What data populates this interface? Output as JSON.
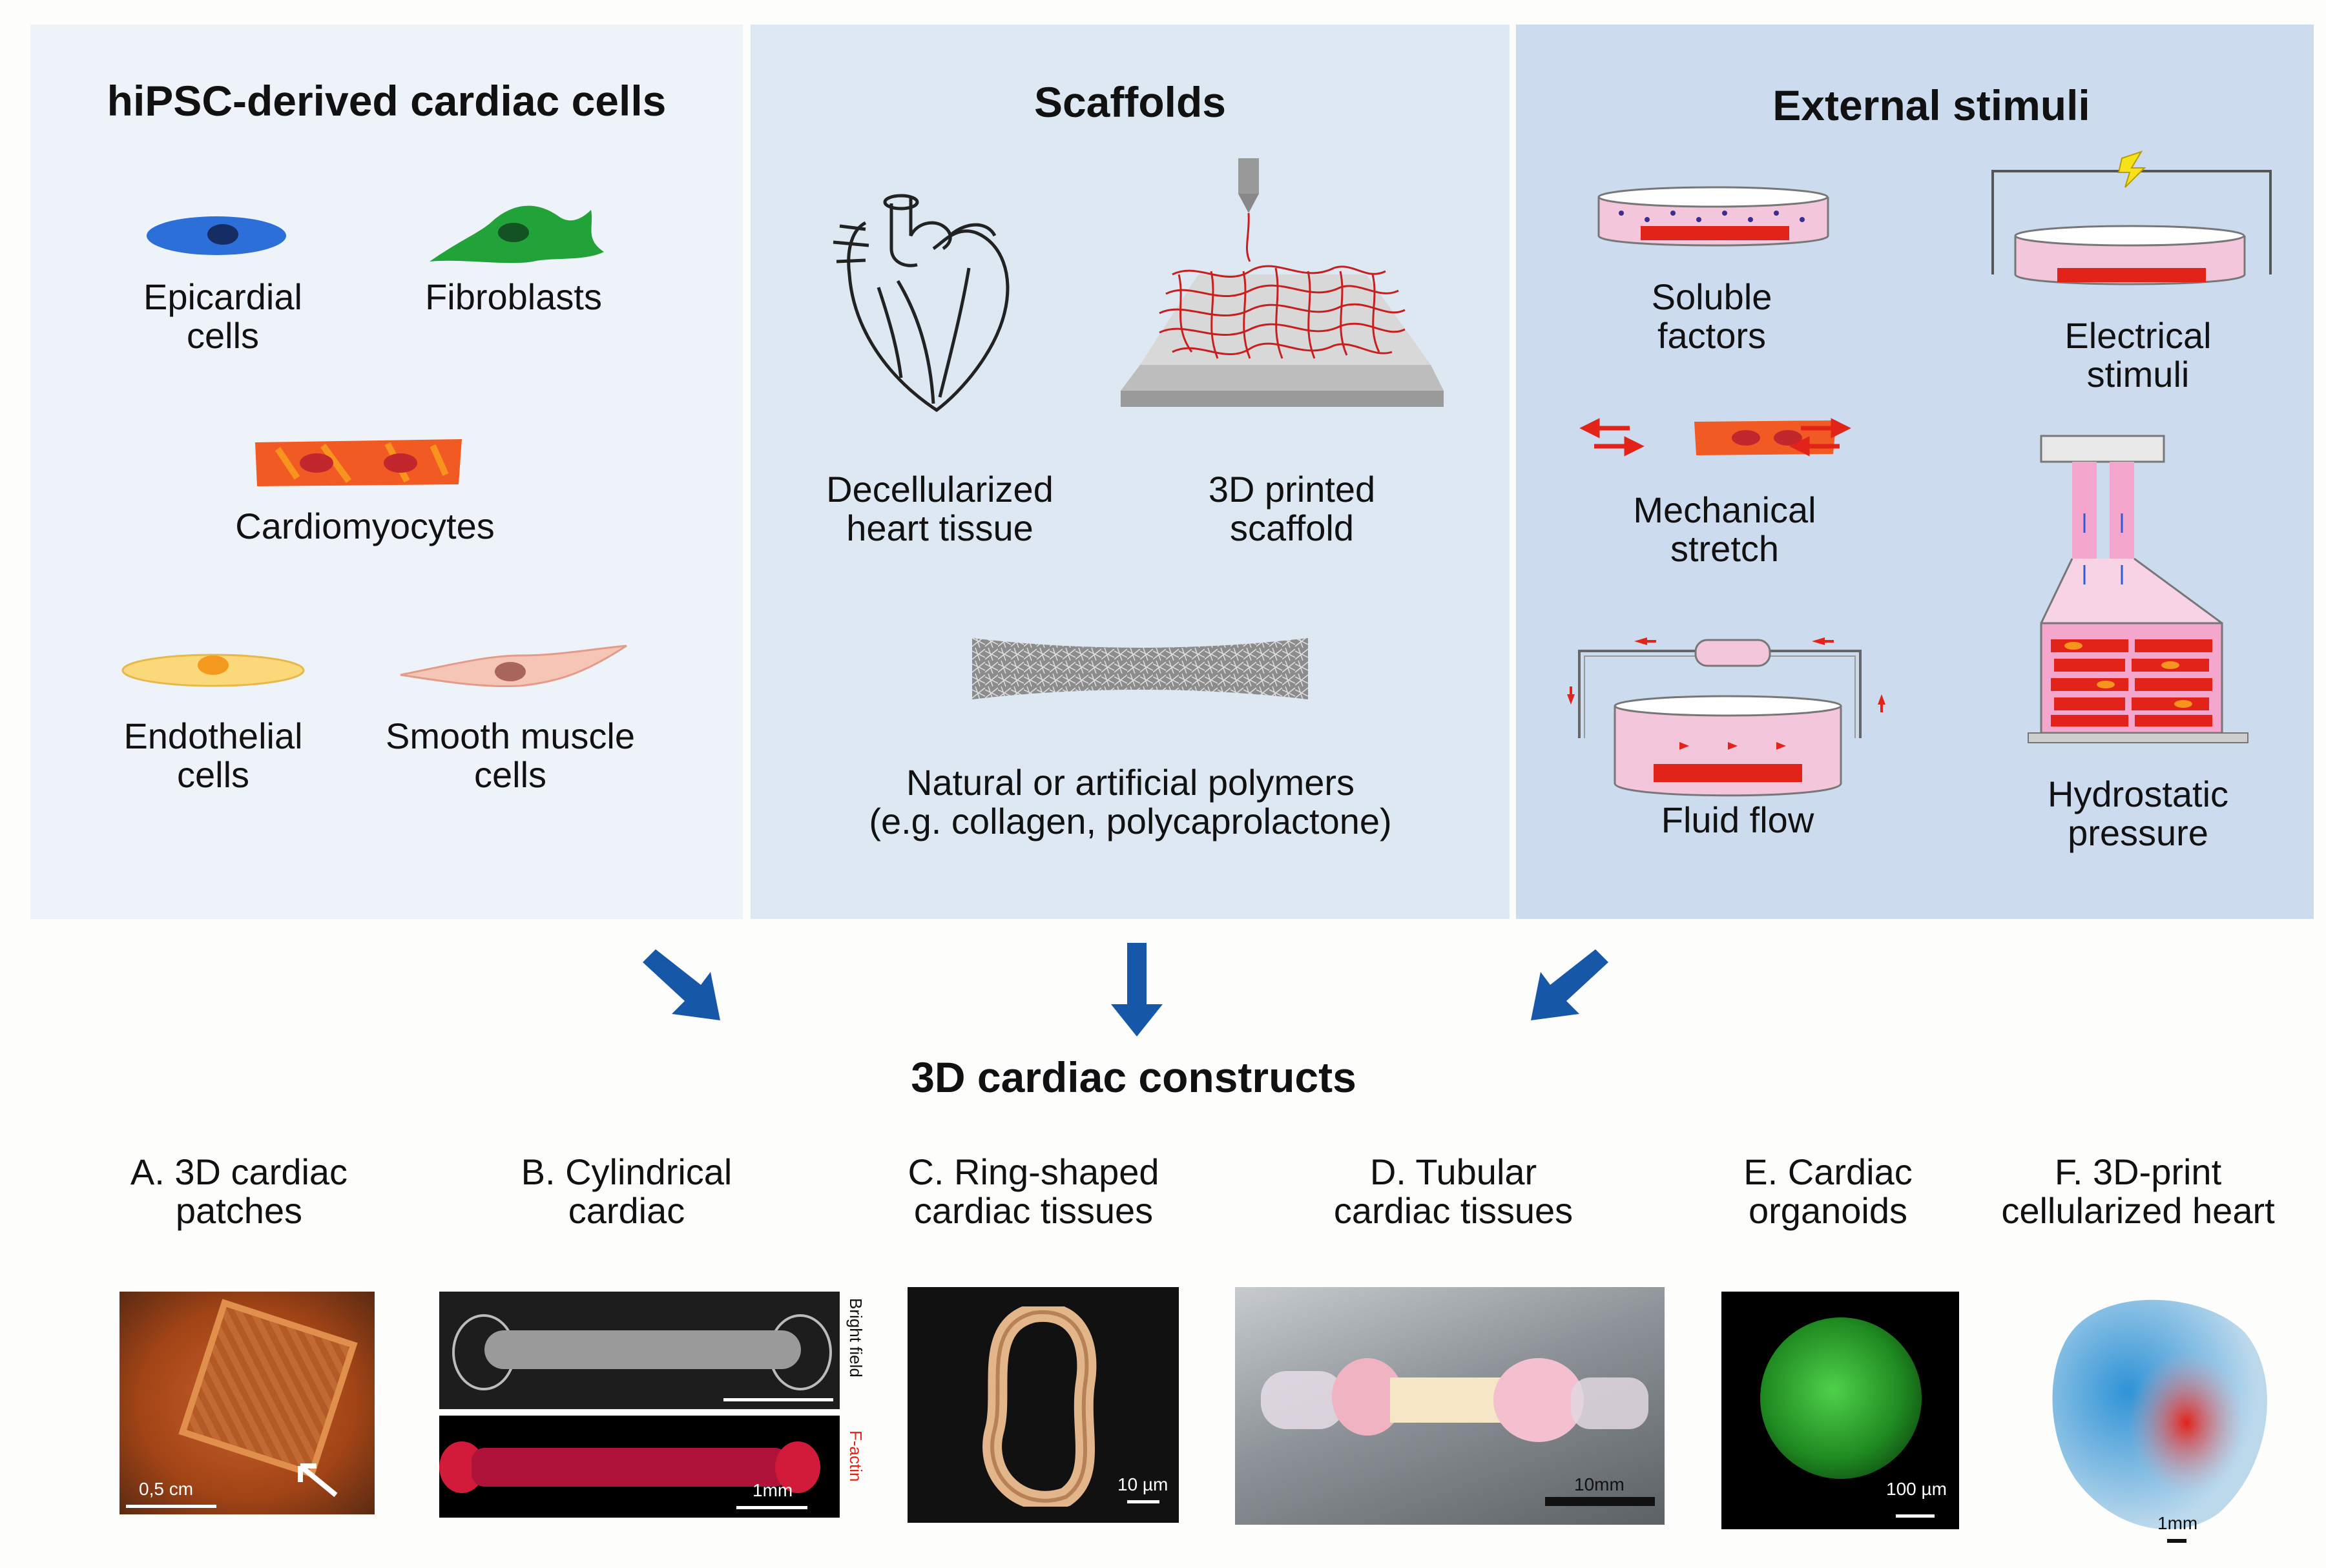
{
  "panels": {
    "cells": {
      "title": "hiPSC-derived cardiac cells",
      "items": [
        "Epicardial\ncells",
        "Fibroblasts",
        "Cardiomyocytes",
        "Endothelial\ncells",
        "Smooth muscle\ncells"
      ]
    },
    "scaffolds": {
      "title": "Scaffolds",
      "items": [
        "Decellularized\nheart tissue",
        "3D printed\nscaffold",
        "Natural or artificial polymers\n(e.g. collagen, polycaprolactone)"
      ]
    },
    "stimuli": {
      "title": "External stimuli",
      "items": [
        "Soluble\nfactors",
        "Electrical\nstimuli",
        "Mechanical\nstretch",
        "Fluid flow",
        "Hydrostatic\npressure"
      ]
    }
  },
  "constructs": {
    "title": "3D cardiac constructs",
    "items": [
      {
        "label": "A. 3D cardiac\npatches",
        "scale": "0,5 cm"
      },
      {
        "label": "B. Cylindrical\ncardiac",
        "scale": "1mm",
        "side_top": "Bright field",
        "side_bottom": "F-actin"
      },
      {
        "label": "C. Ring-shaped\ncardiac tissues",
        "scale": "10 µm"
      },
      {
        "label": "D. Tubular\ncardiac tissues",
        "scale": "10mm"
      },
      {
        "label": "E. Cardiac\norganoids",
        "scale": "100 µm"
      },
      {
        "label": "F. 3D-print\ncellularized heart",
        "scale": "1mm"
      }
    ]
  },
  "colors": {
    "arrow": "#1657a8",
    "red": "#e2231a"
  }
}
